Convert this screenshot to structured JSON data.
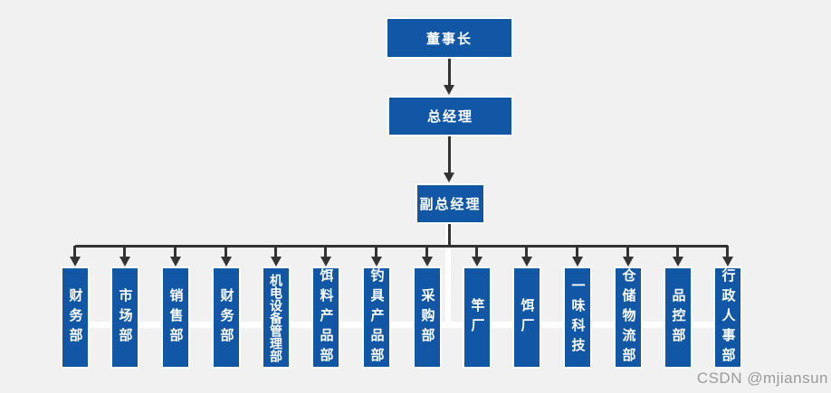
{
  "watermark": {
    "text": "CSDN @mjiansun",
    "color": "#9b9b9b"
  },
  "org_chart": {
    "type": "org-tree",
    "colors": {
      "node_fill": "#1157a6",
      "node_text": "#ffffff",
      "connector": "#333333",
      "background": "#f1f1f1"
    },
    "chain": [
      {
        "id": "chairman",
        "label": "董事长"
      },
      {
        "id": "general-manager",
        "label": "总经理"
      },
      {
        "id": "deputy-general-manager",
        "label": "副总经理"
      }
    ],
    "departments": [
      {
        "label": "财务部"
      },
      {
        "label": "市场部"
      },
      {
        "label": "销售部"
      },
      {
        "label": "财务部"
      },
      {
        "label": "机电设备管理部"
      },
      {
        "label": "饵料产品部"
      },
      {
        "label": "钓具产品部"
      },
      {
        "label": "采购部"
      },
      {
        "label": "竿厂"
      },
      {
        "label": "饵厂"
      },
      {
        "label": "一味科技"
      },
      {
        "label": "仓储物流部"
      },
      {
        "label": "品控部"
      },
      {
        "label": "行政人事部"
      }
    ]
  }
}
